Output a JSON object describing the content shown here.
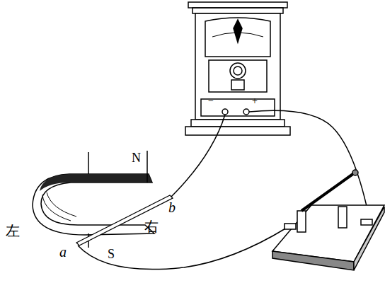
{
  "diagram": {
    "labels": [
      "N",
      "S",
      "左",
      "右",
      "a",
      "b",
      "−",
      "+"
    ]
  }
}
